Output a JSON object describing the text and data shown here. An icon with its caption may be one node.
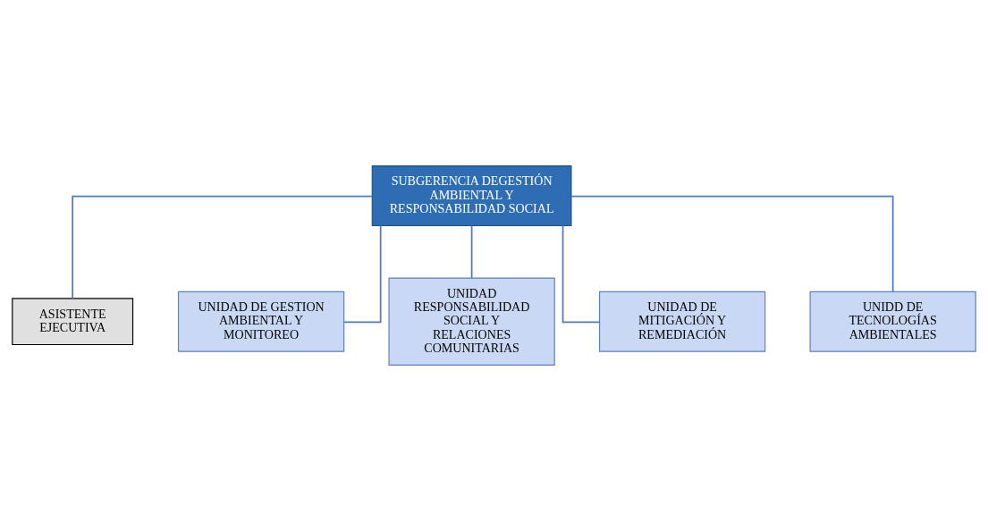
{
  "diagram": {
    "nodes": [
      {
        "text": [
          "SUBGERENCIA DEGESTIÓN AMBIENTAL Y RESPONSABILIDAD SOCIAL"
        ]
      },
      {
        "text": [
          "ASISTENTE EJECUTIVA"
        ]
      },
      {
        "text": [
          "UNIDAD DE GESTION AMBIENTAL Y MONITOREO"
        ]
      },
      {
        "text": [
          "UNIDAD RESPONSABILIDAD SOCIAL Y RELACIONES COMUNITARIAS"
        ]
      },
      {
        "text": [
          "UNIDAD DE MITIGACIÓN Y REMEDIACIÓN"
        ]
      },
      {
        "text": [
          "UNIDD DE TECNOLOGÍAS AMBIENTALES"
        ]
      }
    ],
    "edges": [
      {
        "from": 0,
        "to": 1,
        "arrow": "none"
      },
      {
        "from": 0,
        "to": 2,
        "arrow": "none"
      },
      {
        "from": 0,
        "to": 3,
        "arrow": "none"
      },
      {
        "from": 0,
        "to": 4,
        "arrow": "none"
      },
      {
        "from": 0,
        "to": 5,
        "arrow": "none"
      }
    ]
  }
}
